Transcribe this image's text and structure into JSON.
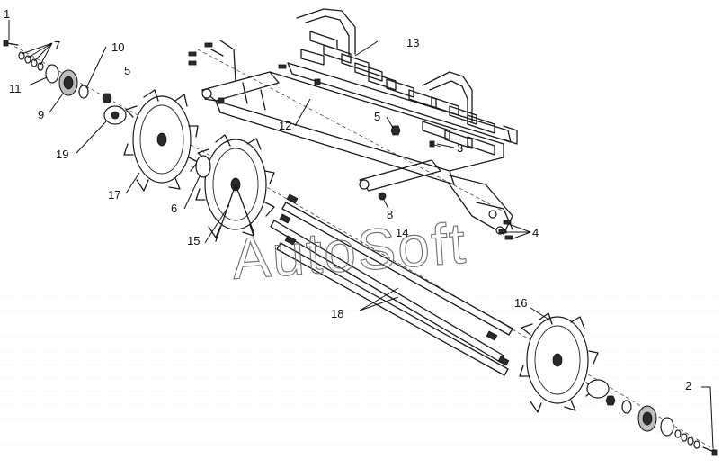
{
  "watermark": "AutoSoft",
  "callouts": [
    {
      "id": "c1",
      "label": "1"
    },
    {
      "id": "c7",
      "label": "7"
    },
    {
      "id": "c10",
      "label": "10"
    },
    {
      "id": "c5a",
      "label": "5"
    },
    {
      "id": "c11",
      "label": "11"
    },
    {
      "id": "c9",
      "label": "9"
    },
    {
      "id": "c13",
      "label": "13"
    },
    {
      "id": "c12",
      "label": "12"
    },
    {
      "id": "c5b",
      "label": "5"
    },
    {
      "id": "c3",
      "label": "3"
    },
    {
      "id": "c19",
      "label": "19"
    },
    {
      "id": "c17",
      "label": "17"
    },
    {
      "id": "c6",
      "label": "6"
    },
    {
      "id": "c15",
      "label": "15"
    },
    {
      "id": "c8",
      "label": "8"
    },
    {
      "id": "c14",
      "label": "14"
    },
    {
      "id": "c4",
      "label": "4"
    },
    {
      "id": "c18",
      "label": "18"
    },
    {
      "id": "c16",
      "label": "16"
    },
    {
      "id": "c2",
      "label": "2"
    }
  ]
}
